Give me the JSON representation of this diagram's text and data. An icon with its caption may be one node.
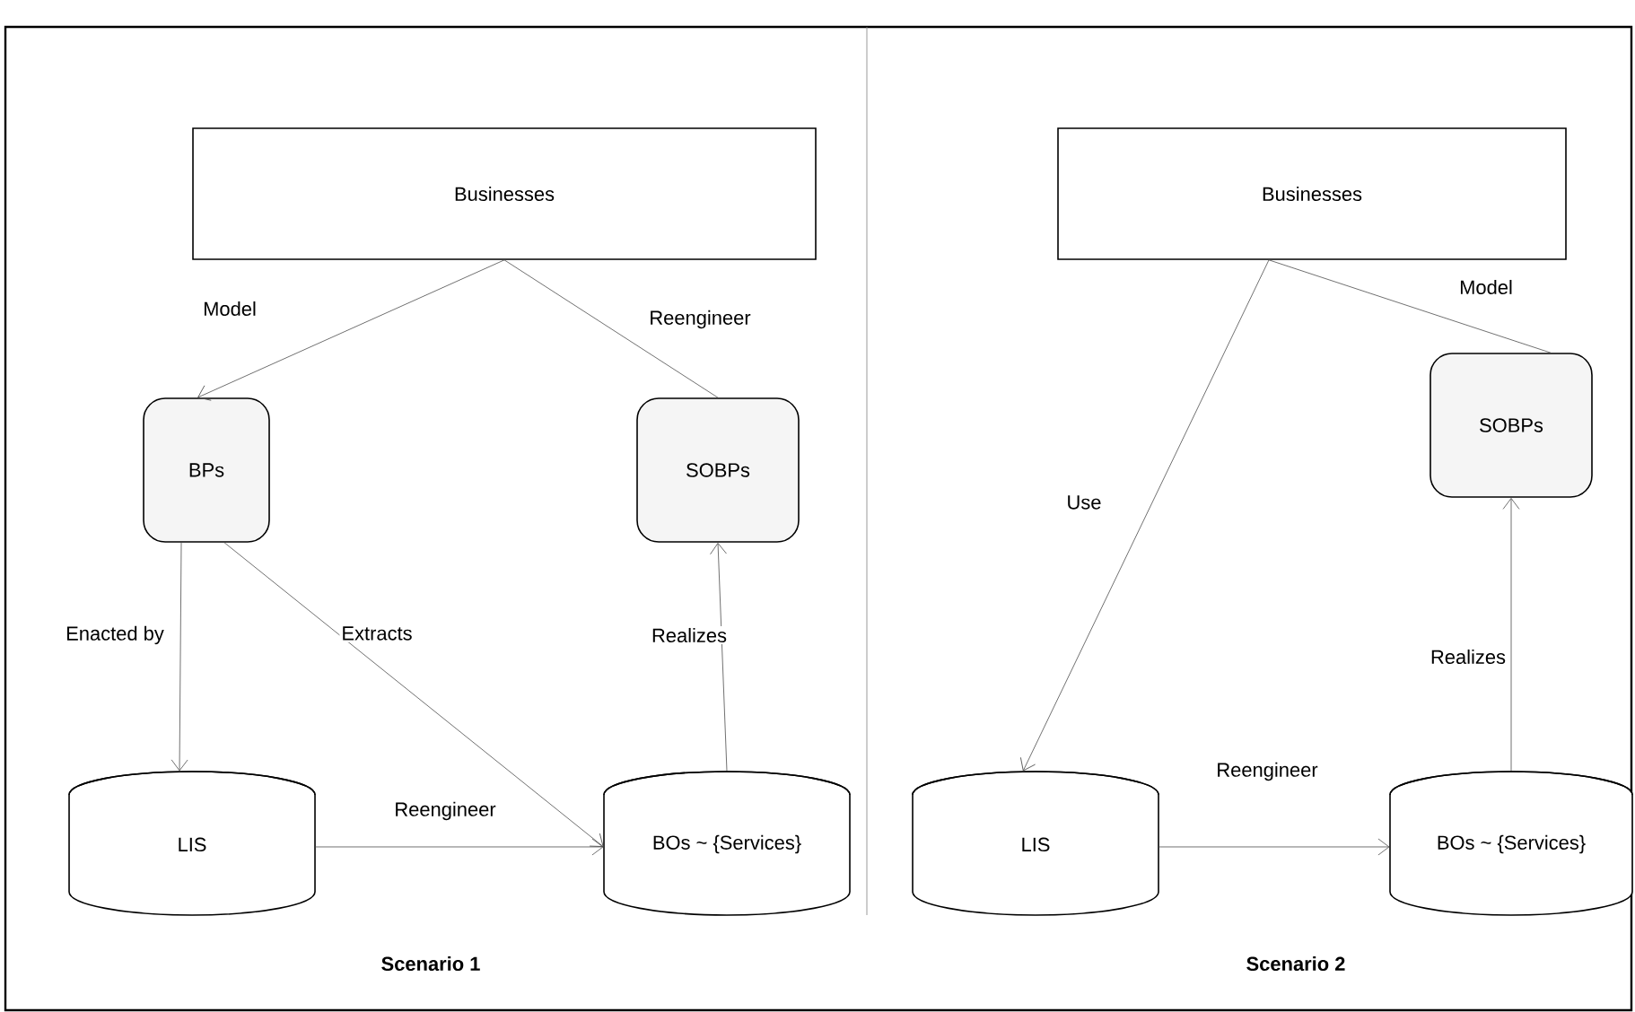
{
  "diagram": {
    "nodes": [
      {
        "text": [
          "Businesses"
        ]
      },
      {
        "text": [
          "BPs"
        ]
      },
      {
        "text": [
          "SOBPs"
        ]
      },
      {
        "text": [
          "LIS"
        ]
      },
      {
        "text": [
          "BOs ~ {Services}"
        ]
      },
      {
        "text": [
          "Businesses"
        ]
      },
      {
        "text": [
          "SOBPs"
        ]
      },
      {
        "text": [
          "LIS"
        ]
      },
      {
        "text": [
          "BOs ~ {Services}"
        ]
      }
    ],
    "edges": [
      {
        "from": 0,
        "to": 1,
        "arrow": "to",
        "label": "Model"
      },
      {
        "from": 2,
        "to": 0,
        "arrow": "none",
        "label": "Reengineer"
      },
      {
        "from": 1,
        "to": 3,
        "arrow": "to",
        "label": "Enacted by"
      },
      {
        "from": 1,
        "to": 4,
        "arrow": "to",
        "label": "Extracts"
      },
      {
        "from": 3,
        "to": 4,
        "arrow": "to",
        "label": "Reengineer"
      },
      {
        "from": 4,
        "to": 2,
        "arrow": "to",
        "label": "Realizes"
      },
      {
        "from": 5,
        "to": 7,
        "arrow": "to",
        "label": "Use"
      },
      {
        "from": 5,
        "to": 6,
        "arrow": "none",
        "label": "Model"
      },
      {
        "from": 7,
        "to": 8,
        "arrow": "to",
        "label": "Reengineer"
      },
      {
        "from": 8,
        "to": 6,
        "arrow": "to",
        "label": "Realizes"
      }
    ],
    "labels": [
      "Scenario 1",
      "Scenario 2"
    ]
  }
}
